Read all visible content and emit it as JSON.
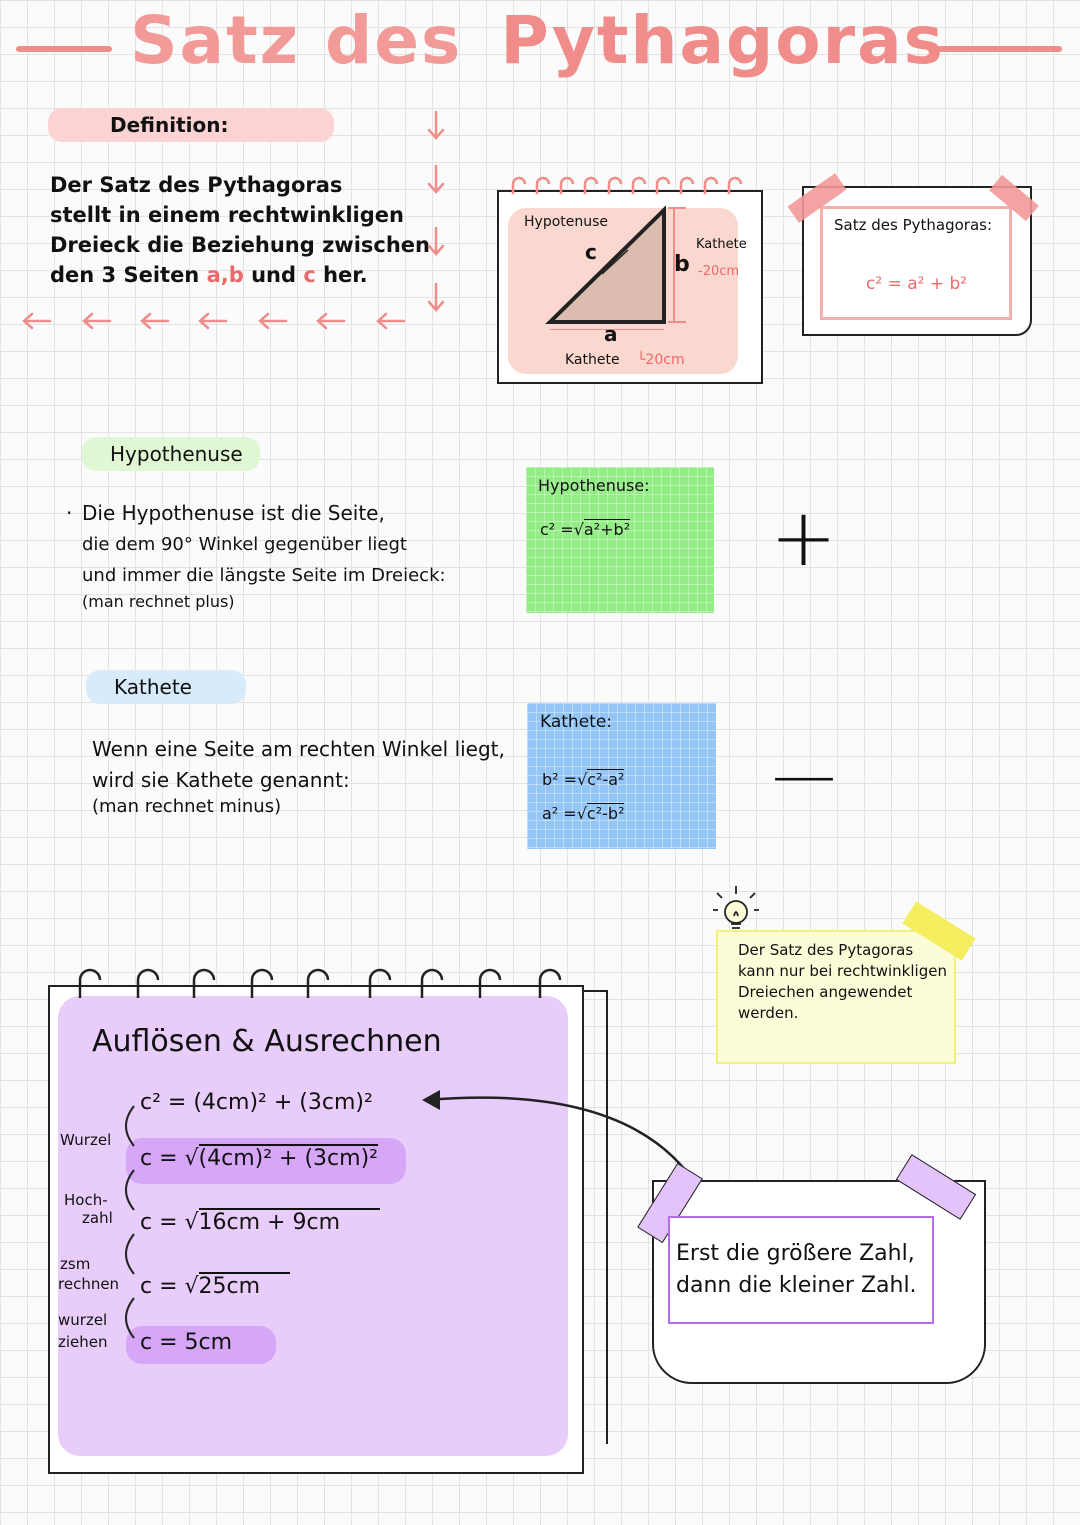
{
  "title": {
    "part1": "Satz des",
    "part2": "Pythagoras"
  },
  "definition": {
    "label": "Definition:",
    "lines": [
      "Der Satz des Pythagoras",
      "stellt in einem rechtwinkligen",
      "Dreieck die Beziehung zwischen"
    ],
    "last_line_prefix": "den 3 Seiten ",
    "last_line_sides": "a,b",
    "last_line_und": " und ",
    "last_line_c": "c",
    "last_line_suffix": " her."
  },
  "triangle_card": {
    "hypotenuse_label": "Hypotenuse",
    "c": "c",
    "b": "b",
    "a": "a",
    "kathete_right": "Kathete",
    "kathete_right_value": "-20cm",
    "kathete_bottom": "Kathete",
    "kathete_bottom_value": "└20cm"
  },
  "formula_card": {
    "label": "Satz des Pythagoras:",
    "formula": "c² = a² + b²"
  },
  "hypothenuse": {
    "label": "Hypothenuse",
    "bullet": "·",
    "lines": [
      "Die Hypothenuse ist die Seite,",
      "die dem 90° Winkel gegenüber liegt",
      "und immer die längste Seite im Dreieck:",
      "(man rechnet plus)"
    ]
  },
  "green_box": {
    "label": "Hypothenuse:",
    "formula_lhs": "c² =",
    "formula_rad": "a²+b²"
  },
  "plus_sign": "+",
  "kathete": {
    "label": "Kathete",
    "lines": [
      "Wenn eine Seite am rechten Winkel liegt,",
      "wird sie Kathete genannt:",
      "(man rechnet minus)"
    ]
  },
  "blue_box": {
    "label": "Kathete:",
    "f1_lhs": "b² =",
    "f1_rad": "c²-a²",
    "f2_lhs": "a² =",
    "f2_rad": "c²-b²"
  },
  "minus_sign": "—",
  "tip_note": {
    "lines": [
      "Der Satz des Pytagoras",
      "kann nur bei rechtwinkligen",
      "Dreiechen angewendet",
      "werden."
    ]
  },
  "solve_pad": {
    "title": "Auflösen & Ausrechnen",
    "step1": "c² = (4cm)² + (3cm)²",
    "step2_lhs": "c =",
    "step2_rad": "(4cm)² + (3cm)²",
    "step3_lhs": "c =",
    "step3_rad": "16cm  + 9cm",
    "step4_lhs": "c =",
    "step4_rad": "25cm",
    "step5": "c  =  5cm",
    "label_wurzel": "Wurzel",
    "label_hoch1": "Hoch-",
    "label_hoch2": "zahl",
    "label_zsm1": "zsm",
    "label_zsm2": "rechnen",
    "label_wz1": "wurzel",
    "label_wz2": "ziehen"
  },
  "order_note": {
    "line1": "Erst die größere Zahl,",
    "line2": "dann die kleiner Zahl."
  },
  "colors": {
    "pink": "#f08d8b",
    "green": "#93ec86",
    "blue": "#93c6f7",
    "purple": "#e8cdfa",
    "yellow": "#f5f07a"
  }
}
